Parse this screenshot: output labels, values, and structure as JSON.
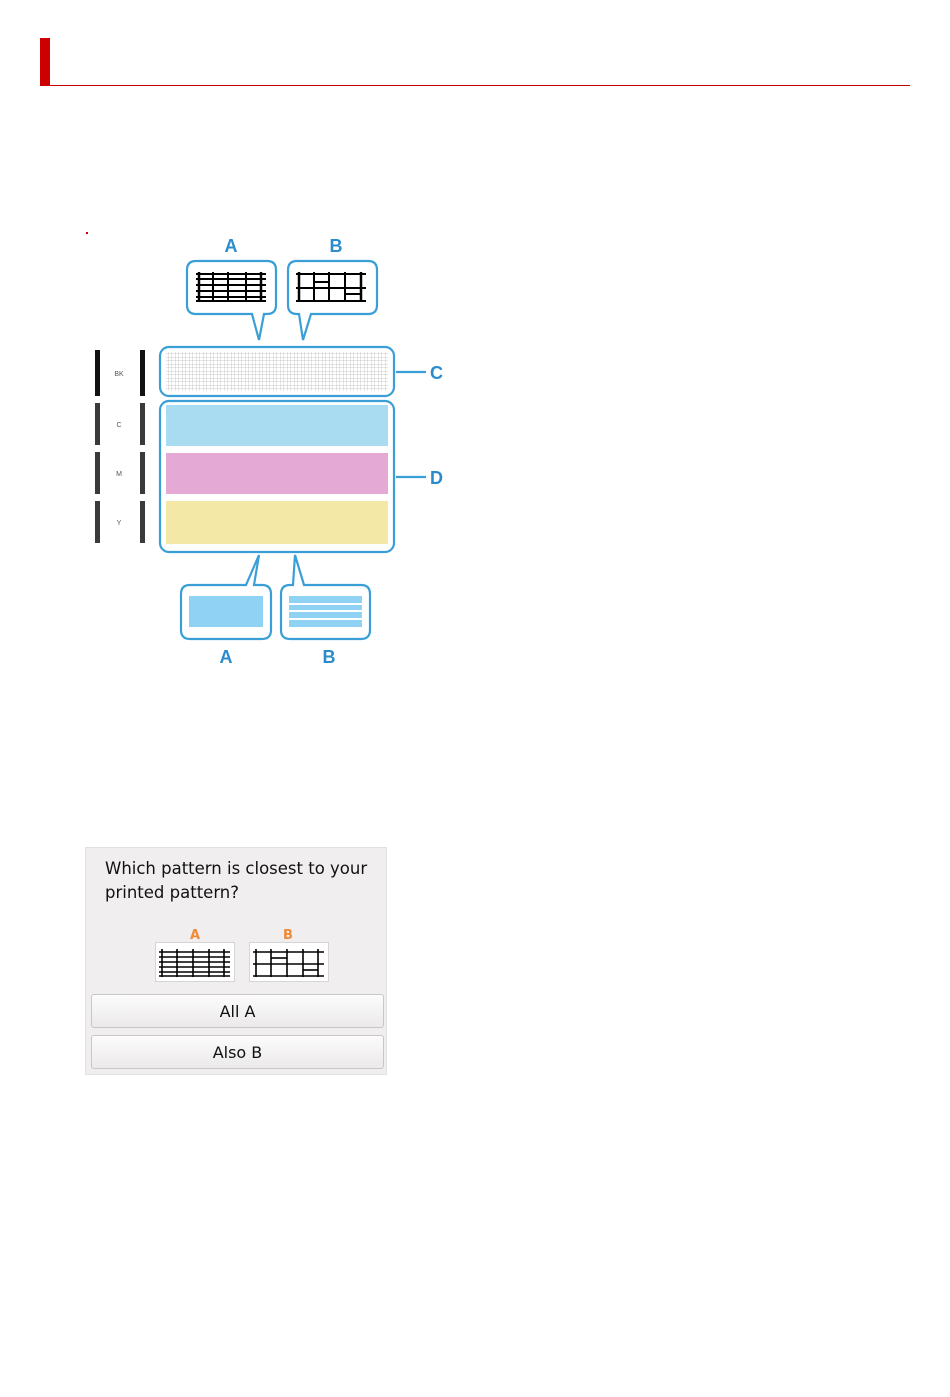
{
  "colors": {
    "accent_red": "#cc0000",
    "callout_blue": "#3a9fd6",
    "label_blue": "#2a8ccc",
    "cyan_band": "#a9dcf0",
    "magenta_band": "#e5a9d6",
    "yellow_band": "#f3e8a6",
    "orange_letter": "#f08a35"
  },
  "diagram": {
    "top_callouts": [
      {
        "letter": "A"
      },
      {
        "letter": "B"
      }
    ],
    "row_labels": [
      "BK",
      "C",
      "M",
      "Y"
    ],
    "side_labels": [
      "C",
      "D"
    ],
    "bottom_callouts": [
      {
        "letter": "A"
      },
      {
        "letter": "B"
      }
    ]
  },
  "screen": {
    "question": "Which pattern is closest to your printed pattern?",
    "pattern_a_label": "A",
    "pattern_b_label": "B",
    "button_all_a": "All A",
    "button_also_b": "Also B"
  }
}
